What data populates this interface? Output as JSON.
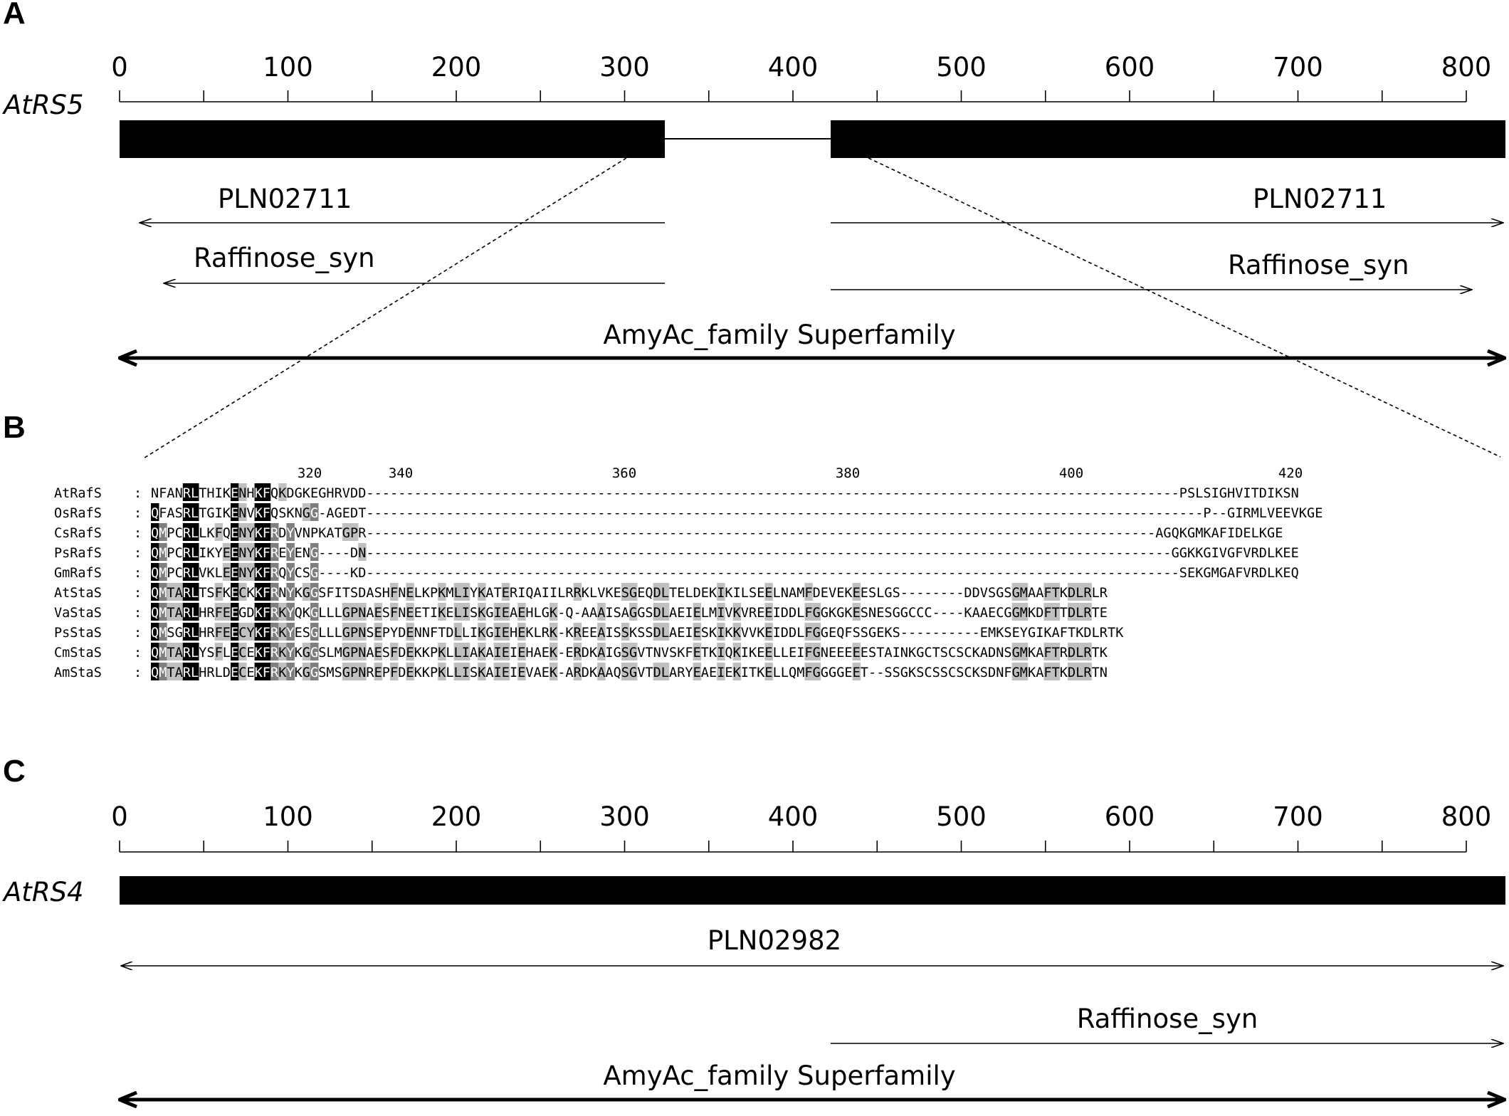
{
  "panels": {
    "a": {
      "label": "A",
      "ruler": {
        "ticks": [
          "0",
          "100",
          "200",
          "300",
          "400",
          "500",
          "600",
          "700",
          "800"
        ]
      },
      "gene": "AtRS5",
      "exons": [
        [
          0,
          323
        ],
        [
          422,
          822
        ]
      ],
      "tracks": [
        {
          "label": "PLN02711",
          "segments": [
            [
              12,
              323,
              "left"
            ],
            [
              422,
              820,
              "right"
            ]
          ]
        },
        {
          "label_left": "Raffinose_syn",
          "label_right": "Raffinose_syn",
          "segments": [
            [
              26,
              323,
              "left"
            ],
            [
              422,
              800,
              "right"
            ]
          ]
        },
        {
          "label": "AmyAc_family Superfamily",
          "span": [
            0,
            822
          ],
          "both": true
        }
      ]
    },
    "b": {
      "label": "B",
      "positions": [
        "320",
        "340",
        "360",
        "380",
        "400",
        "420"
      ],
      "alignment": [
        {
          "name": "AtRafS",
          "seq": "NFANRLTHIKENHKFQKDGKEGHRVDD------------------------------------------------------------------------------------------------------PSLSIGHVITDIKSN"
        },
        {
          "name": "OsRafS",
          "seq": "QFASRLTGIKENVKFQSKNGG-AGEDT---------------------------------------------------------------------------------------------------------P--GIRMLVEEVKGE"
        },
        {
          "name": "CsRafS",
          "seq": "QMPCRLLKFQENYKFRDYVNPKATGPR---------------------------------------------------------------------------------------------------AGQKGMKAFIDELKGE"
        },
        {
          "name": "PsRafS",
          "seq": "QMPCRLIKYEENYKFREYENG----DN-----------------------------------------------------------------------------------------------------GGKKGIVGFVRDLKEE"
        },
        {
          "name": "GmRafS",
          "seq": "QMPCRLVKLEENYKFRQYCSG----KD------------------------------------------------------------------------------------------------------SEKGMGAFVRDLKEQ"
        },
        {
          "name": "AtStaS",
          "seq": "QMTARLTSFKECKKFRNYKGGSFITSDASHFNELKPKMLIYKATERIQAIILRRKLVKESGEQDLTELDEKIKILSEELNAMFDEVEKEESLGS--------DDVSGSGMAAFTKDLRLR"
        },
        {
          "name": "VaStaS",
          "seq": "QMTARLHRFEEGDKFRKYQKGLLLGPNAESFNEETIKELISKGIEAEHLGK-Q-AAAISAGGSDLAEIELMIVKVREEIDDLFGGKGKESNESGGCCC----KAAECGGMKDFTTDLRTE"
        },
        {
          "name": "PsStaS",
          "seq": "QMSGRLHRFEECYKFRKYESGLLLGPNSEPYDENNFTDLLIKGIEHEKLRK-KREEAISSKSSDLAEIESKIKKVVKEIDDLFGGEQFSSGEKS----------EMKSEYGIKAFTKDLRTK"
        },
        {
          "name": "CmStaS",
          "seq": "QMTARLYSFLECEKFRKYKGGSLMGPNAESFDEKKPKLLIAKAIEIEHAEK-ERDKAIGSGVTNVSKFETKIQKIKEELLEIFGNEEEEESTAINKGCTSCSCKADNSGMKAFTRDLRTK"
        },
        {
          "name": "AmStaS",
          "seq": "QMTARLHRLDECEKFRKYKGGSMSGPNREPFDEKKPKLLISKAIEIEVAEK-ARDKAAQSGVTDLARYEAEIEKITKELLQMFGGGGEET--SSGKSCSSCSCKSDNFGMKAFTKDLRTN"
        }
      ]
    },
    "c": {
      "label": "C",
      "ruler": {
        "ticks": [
          "0",
          "100",
          "200",
          "300",
          "400",
          "500",
          "600",
          "700",
          "800"
        ]
      },
      "gene": "AtRS4",
      "exons": [
        [
          0,
          822
        ]
      ],
      "tracks": [
        {
          "label": "PLN02982",
          "span": [
            0,
            822
          ],
          "both": true
        },
        {
          "label": "Raffinose_syn",
          "span": [
            422,
            822
          ],
          "both": false
        },
        {
          "label": "AmyAc_family Superfamily",
          "span": [
            0,
            822
          ],
          "both": true
        }
      ]
    }
  }
}
